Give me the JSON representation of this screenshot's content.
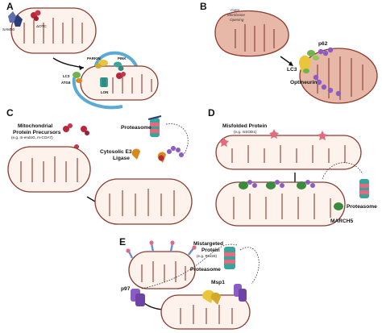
{
  "panels": {
    "a": {
      "letter": "A",
      "sam50": "SAM50",
      "delta_otc": "ΔOTC",
      "parkin": "PARKIN",
      "pink": "PINK",
      "lc3": "LC3",
      "atg8": "ATG8",
      "lon": "LON"
    },
    "b": {
      "letter": "B",
      "outer_opening_line1": "Outer",
      "outer_opening_line2": "Membrane",
      "outer_opening_line3": "Opening",
      "p62": "p62",
      "lc3": "LC3",
      "optineurin": "Optineurin"
    },
    "c": {
      "letter": "C",
      "precursors_line1": "Mitochondrial",
      "precursors_line2": "Protein Precursors",
      "precursors_example": "(e.g. m-endoG, m-COA7)",
      "proteasome": "Proteasome",
      "e3_line1": "Cytosolic E3",
      "e3_line2": "Ligase"
    },
    "d": {
      "letter": "D",
      "misfolded": "Misfolded Protein",
      "misfolded_example": "(e.g. mSOD1)",
      "proteasome": "Proteasome",
      "march5": "MARCH5"
    },
    "e": {
      "letter": "E",
      "mistargeted_line1": "Mistargeted",
      "mistargeted_line2": "Protein",
      "mistargeted_example": "(e.g. Pex26)",
      "proteasome": "Proteasome",
      "msp1": "Msp1",
      "p97": "p97"
    }
  },
  "colors": {
    "mito_outline": "#8a3a2e",
    "mito_fill": "#fdf3ec",
    "mito_fill_b": "#e7b8a8",
    "phagophore": "#5aa9d6",
    "ubiquitin": "#8a5cc4",
    "proteasome_teal": "#3aa39a",
    "proteasome_pink": "#e26b7f",
    "protein_red": "#b8283a",
    "e3_orange": "#d8891c",
    "march5_green": "#3b8a3e",
    "msp1_yellow": "#e8c53a",
    "tom_blue": "#6a8fd0",
    "sam50_navy": "#2c3e7a"
  }
}
